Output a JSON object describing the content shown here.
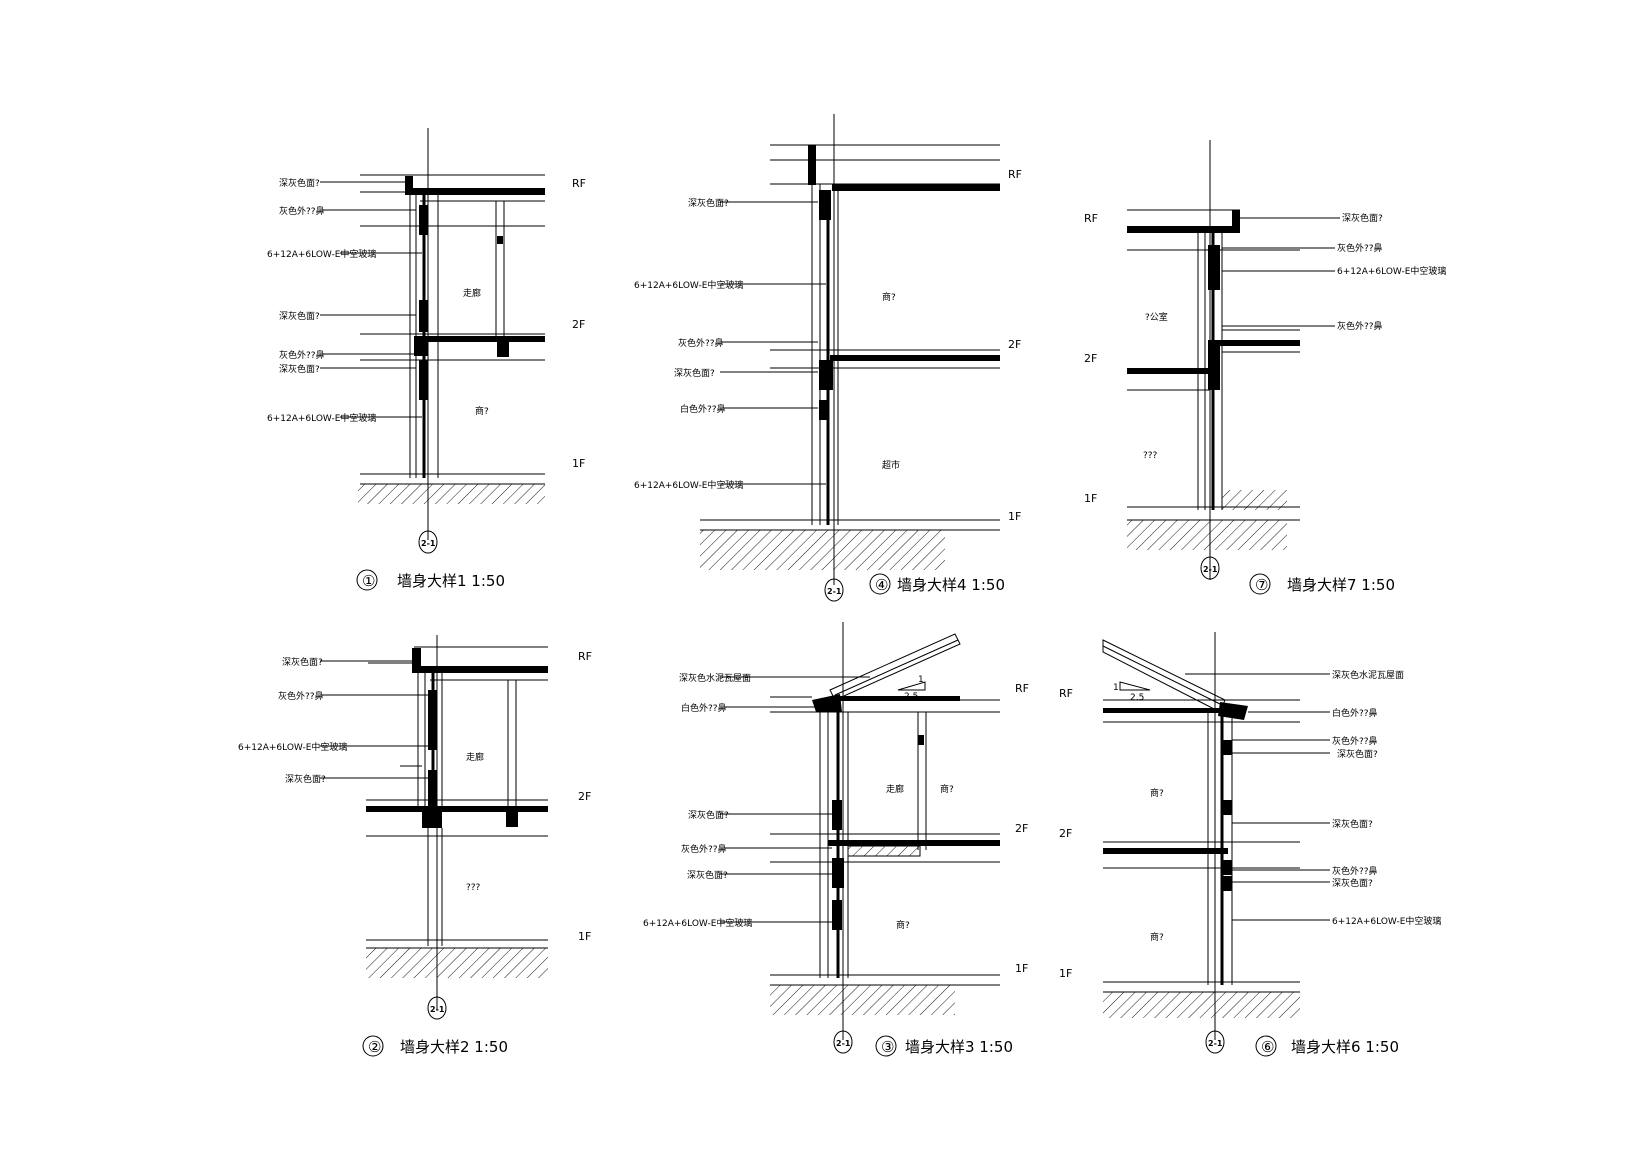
{
  "details": [
    {
      "id": "d1",
      "title": {
        "num": "①",
        "text": "墙身大样1 1:50"
      },
      "levels": [
        "RF",
        "2F",
        "1F"
      ],
      "rooms": [
        "走廊",
        "商?"
      ],
      "labels": [
        "深灰色面?",
        "灰色外??鼻",
        "6+12A+6LOW-E中空玻璃",
        "深灰色面?",
        "灰色外??鼻",
        "深灰色面?",
        "6+12A+6LOW-E中空玻璃"
      ],
      "axis": "2-1"
    },
    {
      "id": "d4",
      "title": {
        "num": "④",
        "text": "墙身大样4 1:50"
      },
      "levels": [
        "RF",
        "2F",
        "1F"
      ],
      "rooms": [
        "商?",
        "超市"
      ],
      "labels": [
        "深灰色面?",
        "6+12A+6LOW-E中空玻璃",
        "灰色外??鼻",
        "深灰色面?",
        "白色外??鼻",
        "6+12A+6LOW-E中空玻璃"
      ],
      "axis": "2-1"
    },
    {
      "id": "d7",
      "title": {
        "num": "⑦",
        "text": "墙身大样7 1:50"
      },
      "levels": [
        "RF",
        "2F",
        "1F"
      ],
      "rooms": [
        "?公室",
        "???"
      ],
      "labels": [
        "深灰色面?",
        "灰色外??鼻",
        "6+12A+6LOW-E中空玻璃",
        "灰色外??鼻"
      ],
      "axis": "2-1"
    },
    {
      "id": "d2",
      "title": {
        "num": "②",
        "text": "墙身大样2 1:50"
      },
      "levels": [
        "RF",
        "2F",
        "1F"
      ],
      "rooms": [
        "走廊",
        "???"
      ],
      "labels": [
        "深灰色面?",
        "灰色外??鼻",
        "6+12A+6LOW-E中空玻璃",
        "深灰色面?"
      ],
      "axis": "2-1"
    },
    {
      "id": "d3",
      "title": {
        "num": "③",
        "text": "墙身大样3 1:50"
      },
      "levels": [
        "RF",
        "2F",
        "1F"
      ],
      "rooms": [
        "走廊",
        "商?",
        "商?"
      ],
      "labels": [
        "深灰色水泥瓦屋面",
        "白色外??鼻",
        "深灰色面?",
        "灰色外??鼻",
        "深灰色面?",
        "6+12A+6LOW-E中空玻璃"
      ],
      "slope": {
        "rise": "1",
        "run": "2.5"
      },
      "axis": "2-1"
    },
    {
      "id": "d6",
      "title": {
        "num": "⑥",
        "text": "墙身大样6 1:50"
      },
      "levels": [
        "RF",
        "2F",
        "1F"
      ],
      "rooms": [
        "商?",
        "商?"
      ],
      "labels": [
        "深灰色水泥瓦屋面",
        "白色外??鼻",
        "灰色外??鼻",
        "深灰色面?",
        "深灰色面?",
        "灰色外??鼻",
        "深灰色面?",
        "6+12A+6LOW-E中空玻璃"
      ],
      "slope": {
        "rise": "1",
        "run": "2.5"
      },
      "axis": "2-1"
    }
  ]
}
